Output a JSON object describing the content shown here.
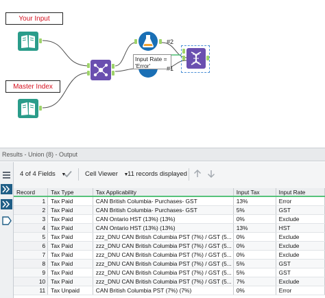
{
  "canvas": {
    "your_input_label": "Your Input",
    "master_index_label": "Master Index",
    "anchor_2": "#2",
    "anchor_1": "#1",
    "filter_tooltip_line1": "Input Rate =",
    "filter_tooltip_line2": "'Error'"
  },
  "results": {
    "title": "Results - Union (8) - Output",
    "fields_label": "4 of 4 Fields",
    "viewer_label": "Cell Viewer",
    "records_label": "11 records displayed"
  },
  "table": {
    "headers": [
      "Record",
      "Tax Type",
      "Tax Applicability",
      "Input Tax",
      "Input Rate"
    ],
    "rows": [
      [
        "1",
        "Tax Paid",
        "CAN British Columbia- Purchases- GST",
        "13%",
        "Error"
      ],
      [
        "2",
        "Tax Paid",
        "CAN British Columbia- Purchases- GST",
        "5%",
        "GST"
      ],
      [
        "3",
        "Tax Paid",
        "CAN Ontario HST (13%) (13%)",
        "0%",
        "Exclude"
      ],
      [
        "4",
        "Tax Paid",
        "CAN Ontario HST (13%) (13%)",
        "13%",
        "HST"
      ],
      [
        "5",
        "Tax Paid",
        "zzz_DNU CAN British Columbia PST (7%) / GST (5...",
        "0%",
        "Exclude"
      ],
      [
        "6",
        "Tax Paid",
        "zzz_DNU CAN British Columbia PST (7%) / GST (5...",
        "0%",
        "Exclude"
      ],
      [
        "7",
        "Tax Paid",
        "zzz_DNU CAN British Columbia PST (7%) / GST (5...",
        "0%",
        "Exclude"
      ],
      [
        "8",
        "Tax Paid",
        "zzz_DNU CAN British Columbia PST (7%) / GST (5...",
        "5%",
        "GST"
      ],
      [
        "9",
        "Tax Paid",
        "zzz_DNU CAN British Columbia PST (7%) / GST (5...",
        "5%",
        "GST"
      ],
      [
        "10",
        "Tax Paid",
        "zzz_DNU CAN British Columbia PST (7%) / GST (5...",
        "7%",
        "Exclude"
      ],
      [
        "11",
        "Tax Unpaid",
        "CAN British Columbia PST (7%) (7%)",
        "0%",
        "Error"
      ]
    ]
  },
  "colors": {
    "input_tool": "#2a9c8a",
    "join_tool": "#6a4fb0",
    "formula_tool": "#1a6fb5",
    "accent_green": "#55c27a",
    "label_red": "#d4101e"
  },
  "icons": {
    "input": "book-icon",
    "join": "join-network-icon",
    "formula": "flask-icon",
    "dna": "dna-icon",
    "fields_dropdown": "chevron-down-icon",
    "check": "check-icon",
    "up": "arrow-up-icon",
    "down": "arrow-down-icon"
  }
}
